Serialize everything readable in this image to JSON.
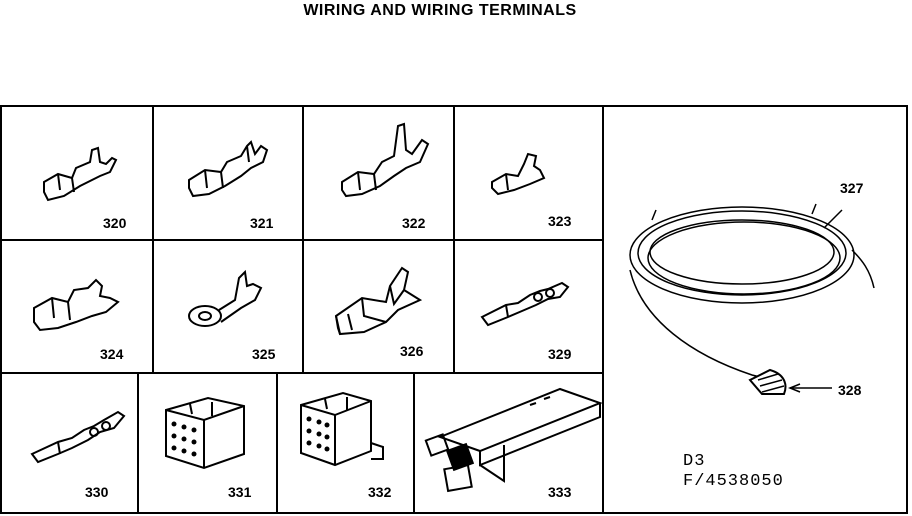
{
  "title": "WIRING AND WIRING TERMINALS",
  "parts": {
    "p320": "320",
    "p321": "321",
    "p322": "322",
    "p323": "323",
    "p324": "324",
    "p325": "325",
    "p326": "326",
    "p329": "329",
    "p330": "330",
    "p331": "331",
    "p332": "332",
    "p333": "333",
    "p327": "327",
    "p328": "328"
  },
  "diagram_code": {
    "line1": "D3",
    "line2": "F/4538050"
  }
}
